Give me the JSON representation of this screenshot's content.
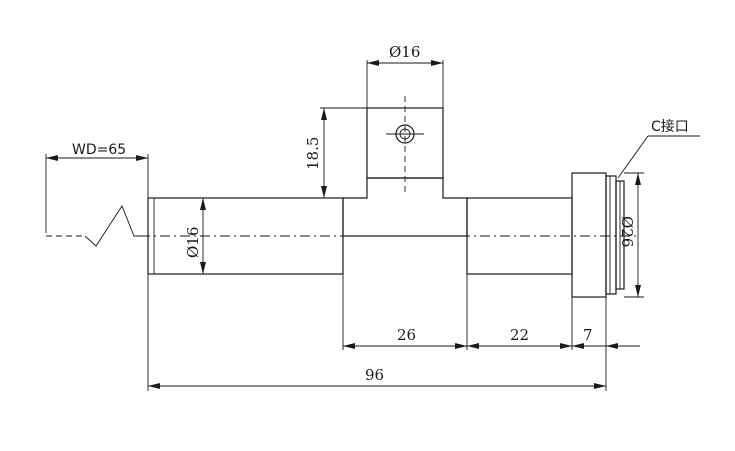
{
  "labels": {
    "working_distance": "WD=65",
    "body_diameter": "Ø16",
    "mount_diameter": "Ø16",
    "mount_height": "18.5",
    "flange_diameter": "Ø26",
    "interface": "C接口",
    "seg_26": "26",
    "seg_22": "22",
    "seg_7": "7",
    "total_length": "96"
  }
}
